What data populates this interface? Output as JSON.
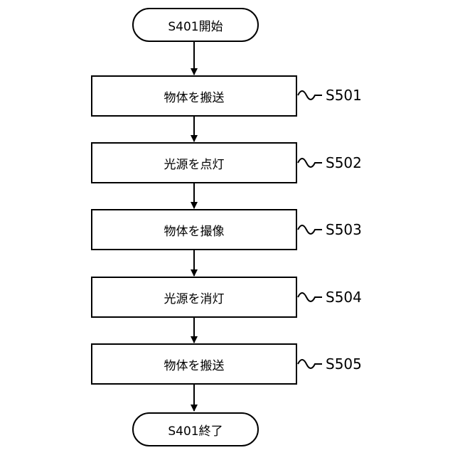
{
  "flowchart": {
    "start": "S401開始",
    "end": "S401終了",
    "steps": [
      {
        "text": "物体を搬送",
        "label": "S501"
      },
      {
        "text": "光源を点灯",
        "label": "S502"
      },
      {
        "text": "物体を撮像",
        "label": "S503"
      },
      {
        "text": "光源を消灯",
        "label": "S504"
      },
      {
        "text": "物体を搬送",
        "label": "S505"
      }
    ]
  }
}
